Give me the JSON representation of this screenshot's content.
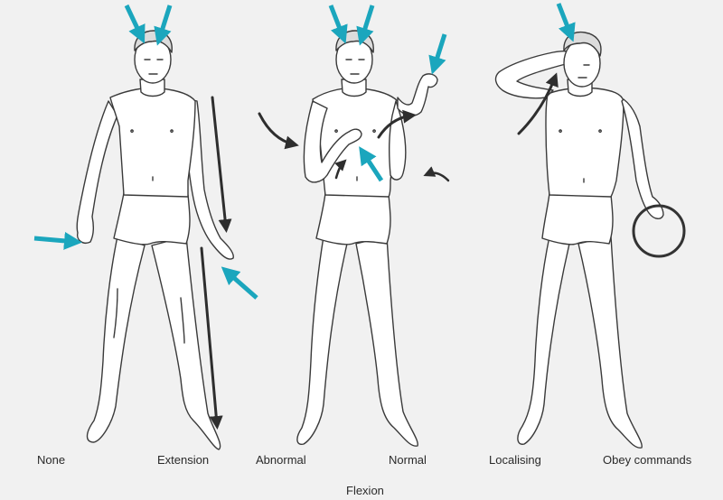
{
  "labels": {
    "none": "None",
    "extension": "Extension",
    "abnormal": "Abnormal",
    "normal": "Normal",
    "localising": "Localising",
    "obey_commands": "Obey commands",
    "flexion": "Flexion"
  },
  "colors": {
    "background": "#f1f1f1",
    "figure_fill": "#ffffff",
    "outline": "#3a3a3a",
    "stimulus_arrow": "#1ba6bd",
    "movement_arrow": "#2e2e2e"
  },
  "icons": {
    "stimulus": "teal-arrow-icon",
    "movement": "dark-arrow-icon",
    "fist": "fist-circle-icon"
  }
}
